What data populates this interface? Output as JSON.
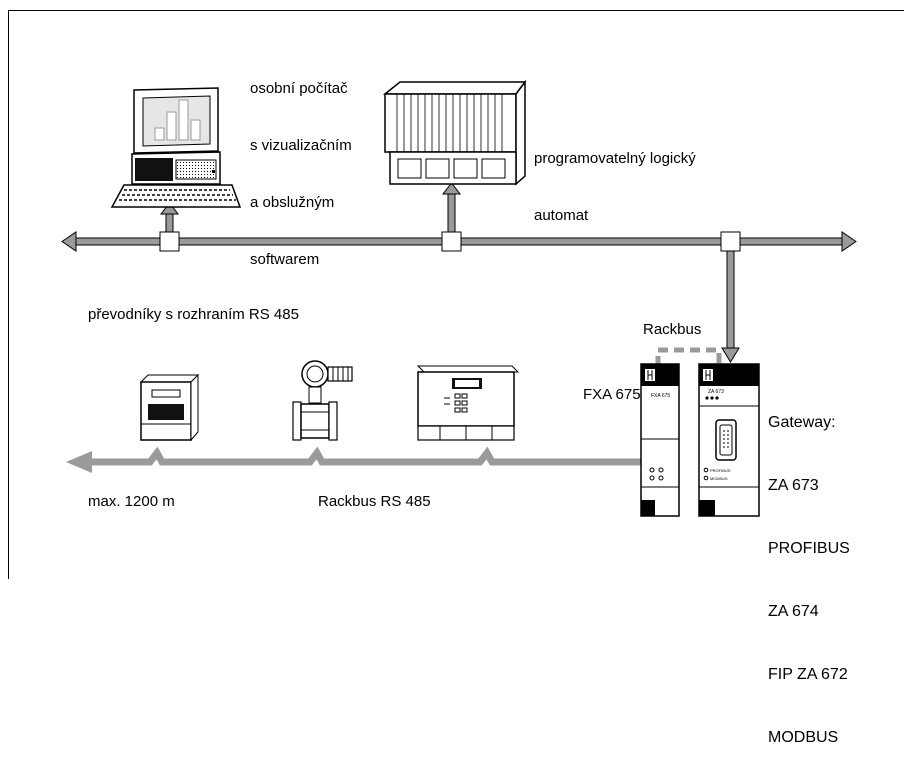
{
  "labels": {
    "pc": [
      "osobní počítač",
      "s vizualizačním",
      "a obslužným",
      "softwarem"
    ],
    "plc": [
      "programovatelný logický",
      "automat"
    ],
    "converters": "převodníky s rozhraním RS 485",
    "rackbus": "Rackbus",
    "fxa": "FXA 675",
    "gateway": [
      "Gateway:",
      "ZA 673",
      "PROFIBUS",
      "ZA 674",
      "FIP ZA 672",
      "MODBUS"
    ],
    "max_distance": "max. 1200 m",
    "rackbus_rs485": "Rackbus RS 485"
  },
  "module_labels": {
    "fxa_front": "FXA 675",
    "gateway_front": "ZA 673",
    "gateway_port_1": "PROFIBUS",
    "gateway_port_2": "MODBUS"
  },
  "colors": {
    "bus": "#9a9a9a",
    "line": "#000000",
    "dashed_link": "#9a9a9a"
  }
}
